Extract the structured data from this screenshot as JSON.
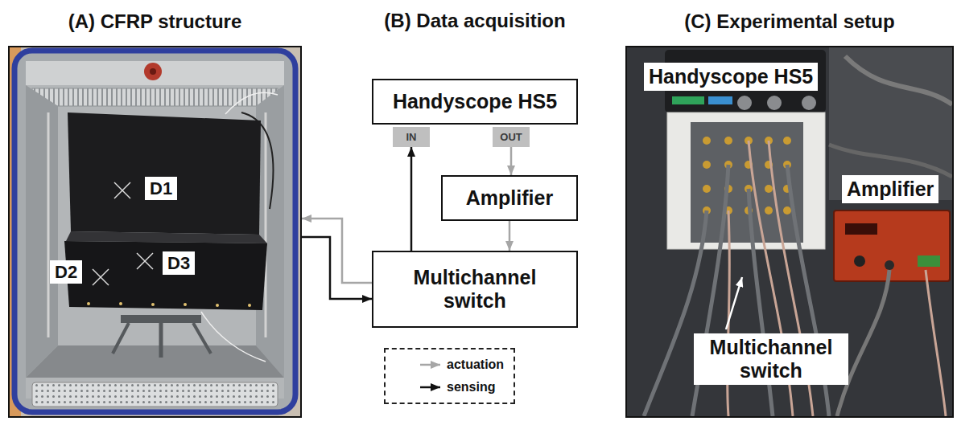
{
  "diagram": {
    "nodes": [
      {
        "text": [
          "(A) CFRP structure"
        ]
      },
      {
        "text": [
          "D1"
        ],
        "in": 0
      },
      {
        "text": [
          "D2"
        ],
        "in": 0
      },
      {
        "text": [
          "D3"
        ],
        "in": 0
      },
      {
        "text": [
          "Handyscope HS5"
        ]
      },
      {
        "text": [
          "IN"
        ]
      },
      {
        "text": [
          "OUT"
        ]
      },
      {
        "text": [
          "Amplifier"
        ]
      },
      {
        "text": [
          "Multichannel switch"
        ]
      },
      {
        "text": [
          "(C) Experimental setup"
        ]
      },
      {
        "text": [
          "Handyscope HS5"
        ],
        "in": 9
      },
      {
        "text": [
          "Amplifier"
        ],
        "in": 9
      },
      {
        "text": [
          "Multichannel switch"
        ],
        "in": 9
      }
    ],
    "edges": [
      {
        "from": 6,
        "to": 7,
        "arrow": "to"
      },
      {
        "from": 7,
        "to": 8,
        "arrow": "to"
      },
      {
        "from": 8,
        "to": 5,
        "arrow": "to"
      },
      {
        "from": 8,
        "to": 0,
        "arrow": "to"
      },
      {
        "from": 0,
        "to": 8,
        "arrow": "to"
      }
    ],
    "labels": [
      "(B) Data acquisition"
    ],
    "legend": [
      {
        "text": "actuation"
      },
      {
        "text": "sensing"
      }
    ]
  }
}
